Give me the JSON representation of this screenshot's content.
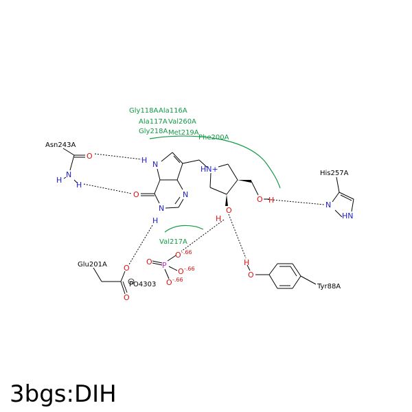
{
  "title": "3bgs:DIH",
  "residues": {
    "asn243": "Asn243A",
    "his257": "His257A",
    "glu201": "Glu201A",
    "tyr88": "Tyr88A",
    "po4303": "PO4303"
  },
  "hydrophobic": {
    "gly118": "Gly118A",
    "ala116": "Ala116A",
    "ala117": "Ala117A",
    "val260": "Val260A",
    "gly218": "Gly218A",
    "met219": "Met219A",
    "phe200": "Phe200A",
    "val217": "Val217A"
  },
  "atoms": {
    "O": "O",
    "N": "N",
    "H": "H",
    "HN_plus": "HN+",
    "HN": "HN",
    "P": "P"
  },
  "charges": {
    "partial": "-.66"
  },
  "colors": {
    "nitrogen": "#1a1acc",
    "oxygen": "#dd1111",
    "phosphorus": "#cc22cc",
    "hydrophobic": "#119944",
    "bond": "#000000"
  }
}
